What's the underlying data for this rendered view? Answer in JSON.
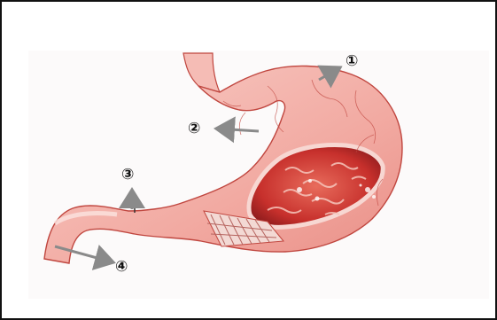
{
  "diagram": {
    "labels": [
      {
        "id": "1",
        "text": "①"
      },
      {
        "id": "2",
        "text": "②"
      },
      {
        "id": "3",
        "text": "③"
      },
      {
        "id": "4",
        "text": "④"
      }
    ]
  },
  "colors": {
    "wall": "#f4b8b2",
    "wall_outline": "#c0463f",
    "inner": "#c8322f",
    "arrow": "#8a8a8a"
  }
}
